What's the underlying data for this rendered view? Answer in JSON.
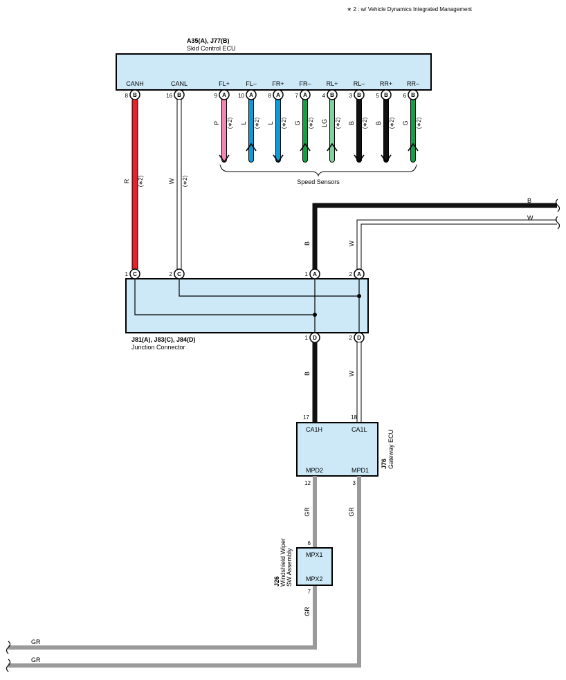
{
  "note": "∗ 2 : w/ Vehicle Dynamics Integrated Management",
  "colors": {
    "box_fill": "#cde9f8",
    "R": "#e3242b",
    "W": "#ffffff",
    "B": "#111111",
    "P": "#ef87b3",
    "L": "#0b9bd9",
    "G": "#10a346",
    "LG": "#82d0a0",
    "GR": "#9a9a9a"
  },
  "skid_ecu": {
    "code": "A35(A), J77(B)",
    "name": "Skid Control ECU",
    "terminals": [
      {
        "name": "CANH",
        "pin": "8",
        "conn": "B",
        "wire": "R",
        "note": "(∗2)"
      },
      {
        "name": "CANL",
        "pin": "16",
        "conn": "B",
        "wire": "W",
        "note": "(∗2)"
      },
      {
        "name": "FL+",
        "pin": "9",
        "conn": "A",
        "wire": "P",
        "note": "(∗2)"
      },
      {
        "name": "FL–",
        "pin": "10",
        "conn": "A",
        "wire": "L",
        "note": "(∗2)"
      },
      {
        "name": "FR+",
        "pin": "8",
        "conn": "A",
        "wire": "L",
        "note": "(∗2)"
      },
      {
        "name": "FR–",
        "pin": "7",
        "conn": "A",
        "wire": "G",
        "note": "(∗2)"
      },
      {
        "name": "RL+",
        "pin": "4",
        "conn": "B",
        "wire": "LG",
        "note": "(∗2)"
      },
      {
        "name": "RL–",
        "pin": "3",
        "conn": "B",
        "wire": "B",
        "note": "(∗2)"
      },
      {
        "name": "RR+",
        "pin": "5",
        "conn": "B",
        "wire": "B",
        "note": "(∗2)"
      },
      {
        "name": "RR–",
        "pin": "6",
        "conn": "B",
        "wire": "G",
        "note": "(∗2)"
      }
    ]
  },
  "speed_sensors_label": "Speed Sensors",
  "junction": {
    "code": "J81(A), J83(C), J84(D)",
    "name": "Junction Connector",
    "pins_top": [
      {
        "pin": "1",
        "conn": "C"
      },
      {
        "pin": "2",
        "conn": "C"
      },
      {
        "pin": "1",
        "conn": "A"
      },
      {
        "pin": "2",
        "conn": "A"
      }
    ],
    "pins_bottom": [
      {
        "pin": "1",
        "conn": "D"
      },
      {
        "pin": "2",
        "conn": "D"
      }
    ]
  },
  "right_wires": {
    "top": "B",
    "bottom": "W"
  },
  "wire_labels": {
    "j_a1": "B",
    "j_a2": "W",
    "j_d1": "B",
    "j_d2": "W",
    "gw_12": "GR",
    "gw_3": "GR",
    "ws_7": "GR"
  },
  "gateway": {
    "code": "J76",
    "name": "Gateway ECU",
    "terms": {
      "ca1h": "CA1H",
      "ca1l": "CA1L",
      "mpd2": "MPD2",
      "mpd1": "MPD1"
    },
    "pins": {
      "ca1h": "17",
      "ca1l": "18",
      "mpd2": "12",
      "mpd1": "3"
    }
  },
  "wiper": {
    "code": "J26",
    "name_line1": "Windshield Wiper",
    "name_line2": "SW Assembly",
    "terms": {
      "mpx1": "MPX1",
      "mpx2": "MPX2"
    },
    "pins": {
      "mpx1": "6",
      "mpx2": "7"
    }
  },
  "bottom_wires": {
    "top": "GR",
    "bottom": "GR"
  }
}
